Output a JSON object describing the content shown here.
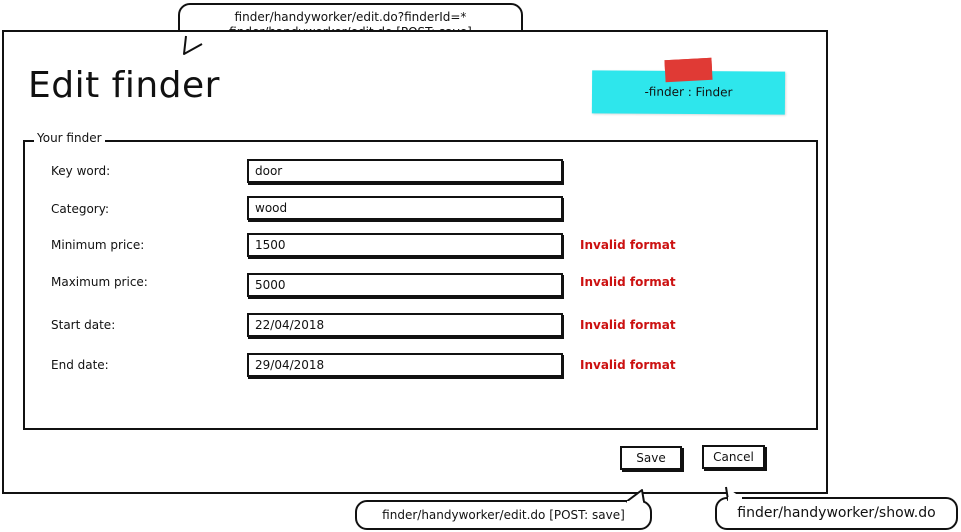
{
  "page": {
    "title": "Edit finder"
  },
  "sticky_note": {
    "text": "-finder : Finder",
    "color": "#2ee6ec",
    "tape_color": "#e03a35"
  },
  "callouts": {
    "top_line1": "finder/handyworker/edit.do?finderId=*",
    "top_line2": "finder/handyworker/edit.do [POST: save]",
    "save": "finder/handyworker/edit.do [POST: save]",
    "cancel": "finder/handyworker/show.do"
  },
  "form": {
    "legend": "Your finder",
    "fields": [
      {
        "label": "Key word:",
        "value": "door",
        "error": ""
      },
      {
        "label": "Category:",
        "value": "wood",
        "error": ""
      },
      {
        "label": "Minimum price:",
        "value": "1500",
        "error": "Invalid format"
      },
      {
        "label": "Maximum price:",
        "value": "5000",
        "error": "Invalid format"
      },
      {
        "label": "Start date:",
        "value": "22/04/2018",
        "error": "Invalid format"
      },
      {
        "label": "End date:",
        "value": "29/04/2018",
        "error": "Invalid format"
      }
    ],
    "error_color": "#cc1111"
  },
  "buttons": {
    "save": "Save",
    "cancel": "Cancel"
  }
}
